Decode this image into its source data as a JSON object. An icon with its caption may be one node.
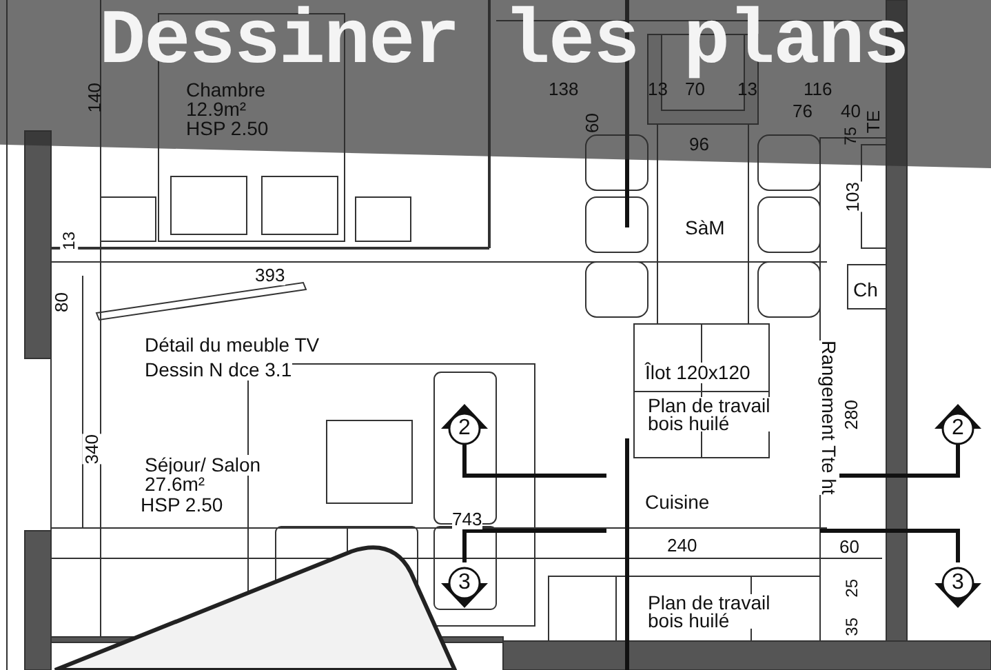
{
  "diagram": {
    "title": "Dessiner les plans",
    "labels": [
      "140",
      "Chambre",
      "12.9m²",
      "HSP 2.50",
      "138",
      "13",
      "70",
      "13",
      "116",
      "76",
      "40",
      "60",
      "75",
      "TE",
      "96",
      "SàM",
      "103",
      "13",
      "393",
      "80",
      "Ch",
      "Détail du meuble TV",
      "Dessin N dce 3.1",
      "Îlot 120x120",
      "Plan de travail bois huilé",
      "Rangement Tte ht",
      "280",
      "2",
      "340",
      "Séjour/ Salon",
      "27.6m²",
      "HSP 2.50",
      "Cuisine",
      "743",
      "2",
      "240",
      "60",
      "3",
      "3",
      "25",
      "Plan de travail bois huilé",
      "35"
    ]
  }
}
